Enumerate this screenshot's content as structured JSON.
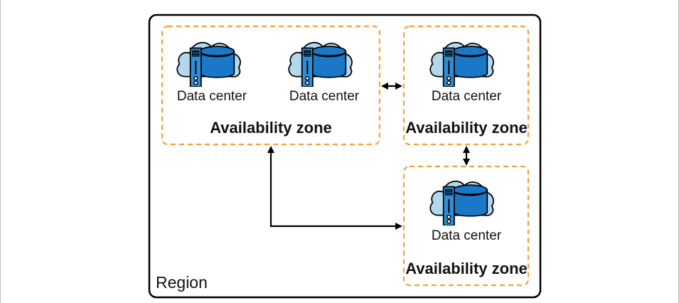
{
  "region": {
    "label": "Region"
  },
  "zones": [
    {
      "label": "Availability zone",
      "data_centers": [
        "Data center",
        "Data center"
      ]
    },
    {
      "label": "Availability zone",
      "data_centers": [
        "Data center"
      ]
    },
    {
      "label": "Availability zone",
      "data_centers": [
        "Data center"
      ]
    }
  ],
  "colors": {
    "zone_border": "#F5A03C",
    "cloud_fill": "#B3D8EE",
    "database_fill": "#1B78C8",
    "server_fill": "#2E8FD8",
    "arrow": "#000000"
  },
  "icons": {
    "data_center": "cloud-server-database-icon"
  }
}
